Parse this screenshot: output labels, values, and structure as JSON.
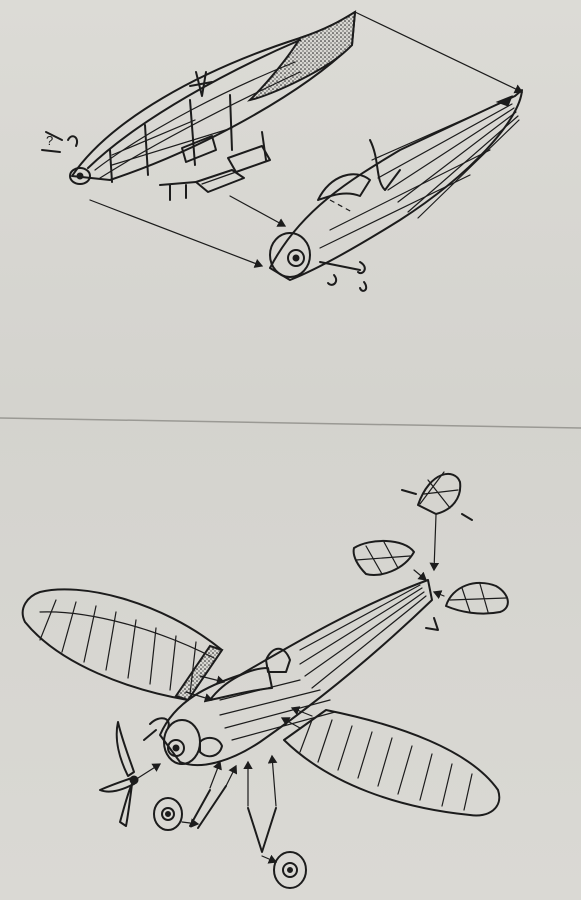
{
  "figure": {
    "kind": "exploded assembly drawing",
    "colors": {
      "paper": "#d8d7d2",
      "ink": "#1c1c1c",
      "fold_line": "#9a9994"
    }
  },
  "views": {
    "top": {
      "icon": "fuselage-interior-exploded-drawing"
    },
    "bottom": {
      "icon": "airplane-assembly-exploded-drawing"
    }
  }
}
